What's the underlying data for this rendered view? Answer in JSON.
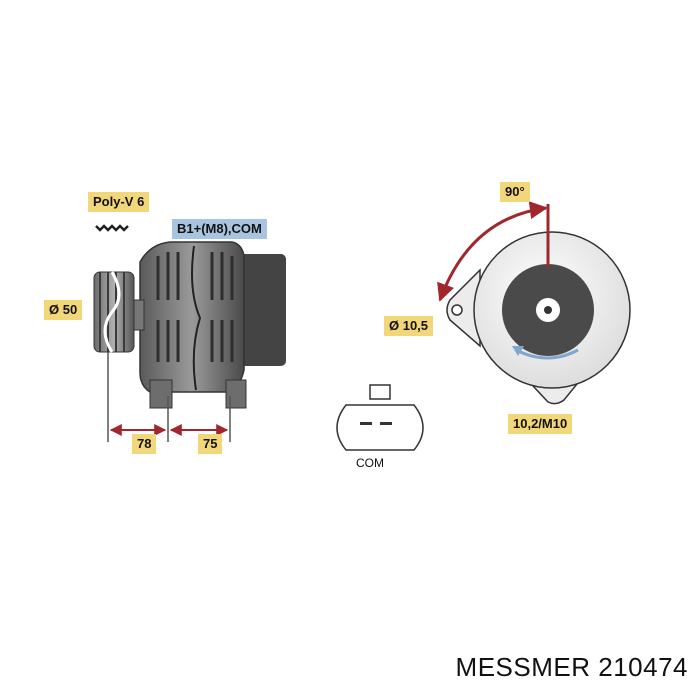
{
  "labels": {
    "poly_v": "Poly-V 6",
    "connector": "B1+(M8),COM",
    "diameter": "Ø 50",
    "dim_a": "78",
    "dim_b": "75",
    "angle": "90°",
    "hole": "Ø 10,5",
    "mount": "10,2/M10",
    "plug": "COM"
  },
  "product": {
    "name": "MESSMER 210474"
  },
  "colors": {
    "label_yellow": "#f2d77a",
    "label_blue": "#a9c4df",
    "dimension_arrow": "#a0282c",
    "body_dark": "#4a4a4a",
    "body_mid": "#8a8a8a",
    "rotation_arrow": "#7ea6cf"
  },
  "icons": [
    "pulley-groove-icon"
  ]
}
